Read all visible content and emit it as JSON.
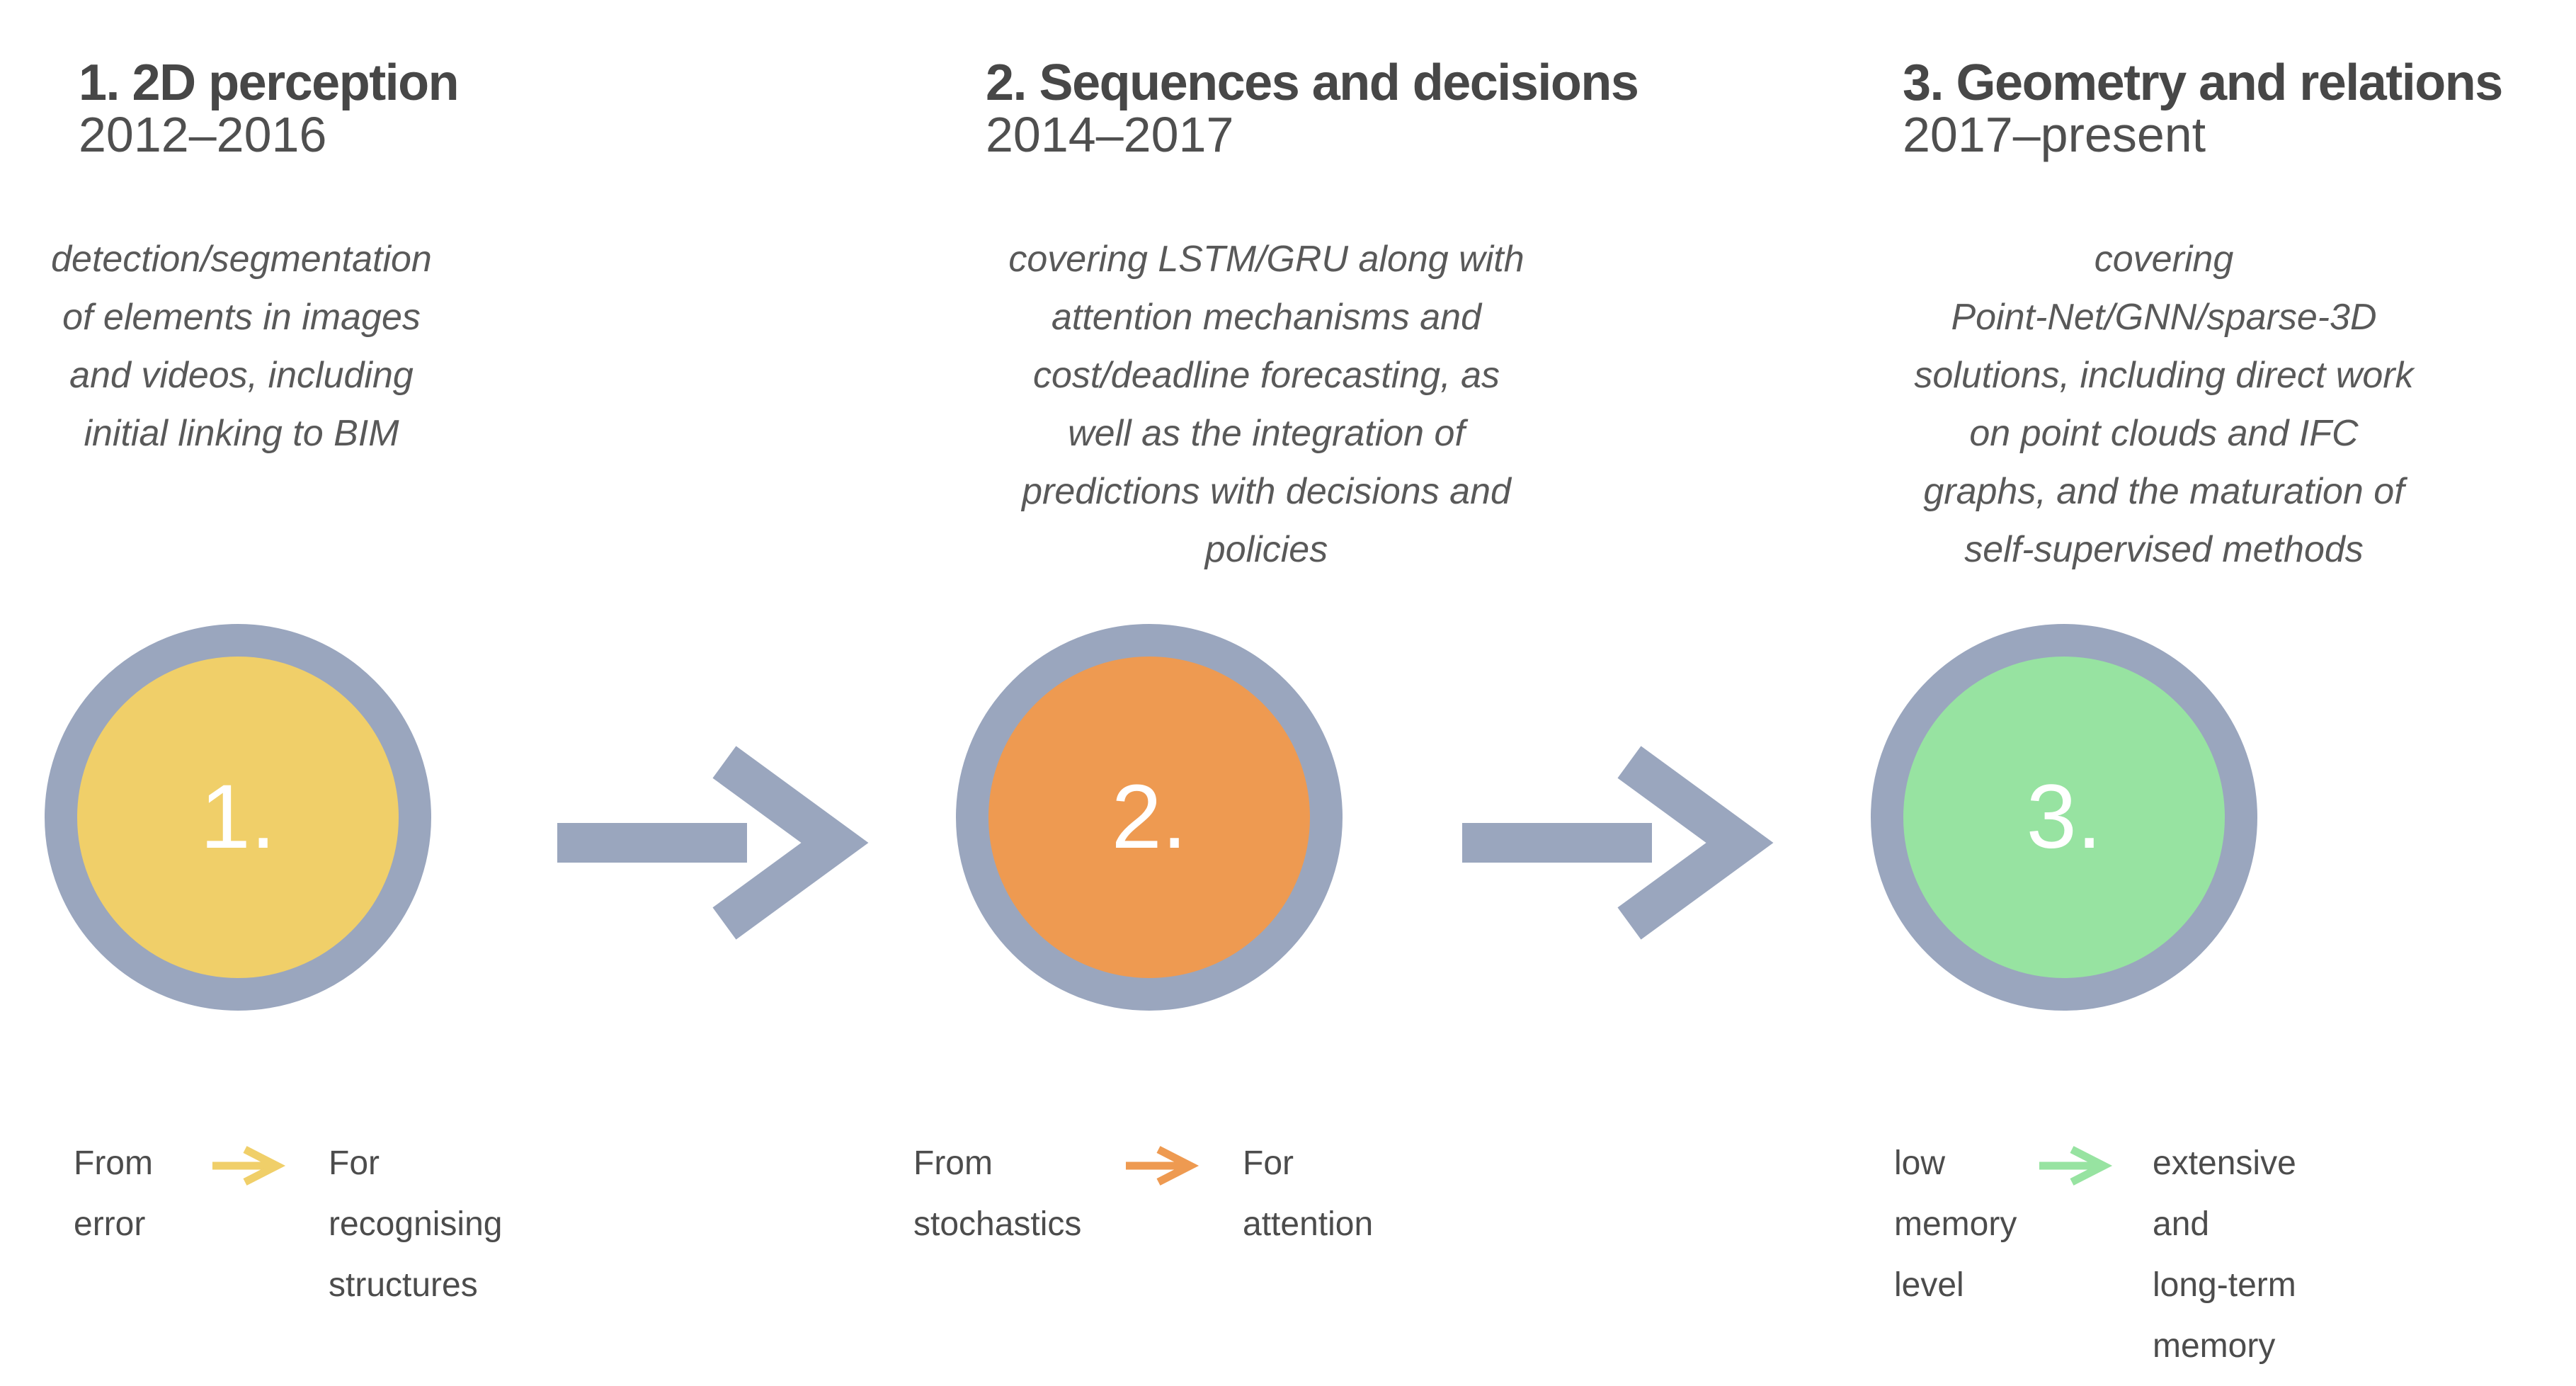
{
  "diagram": {
    "stages": [
      {
        "title": "1. 2D perception",
        "years": "2012–2016",
        "description": "detection/segmentation\nof elements in images\nand videos, including\ninitial linking to BIM",
        "number": "1.",
        "circle_color": "#F0CF69",
        "arrow_color": "#F0CF69",
        "legend_from": "From\nerror",
        "legend_to": "For\nrecognising\nstructures"
      },
      {
        "title": "2. Sequences and decisions",
        "years": "2014–2017",
        "description": "covering LSTM/GRU along with\nattention mechanisms and\ncost/deadline forecasting, as\nwell as the integration of\npredictions with decisions and\npolicies",
        "number": "2.",
        "circle_color": "#EE9A51",
        "arrow_color": "#EE9A51",
        "legend_from": "From\nstochastics",
        "legend_to": "For\nattention"
      },
      {
        "title": "3. Geometry and relations",
        "years": "2017–present",
        "description": "covering\nPoint-Net/GNN/sparse-3D\nsolutions, including direct work\non point clouds and IFC\ngraphs, and the maturation of\nself-supervised methods",
        "number": "3.",
        "circle_color": "#97E3A1",
        "arrow_color": "#97E3A1",
        "legend_from": "low\nmemory\nlevel",
        "legend_to": "extensive\nand\nlong-term\nmemory"
      }
    ],
    "colors": {
      "ring": "#9AA6BE",
      "connector": "#9AA6BE",
      "title_text": "#474747",
      "body_text": "#595959",
      "legend_text": "#4C4C4C",
      "number_text": "#FFFFFF"
    }
  }
}
